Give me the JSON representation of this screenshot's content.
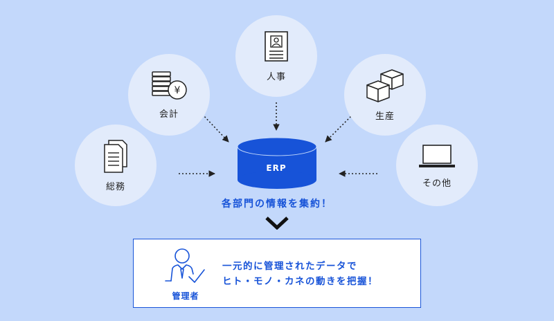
{
  "departments": {
    "accounting": "会計",
    "hr": "人事",
    "production": "生産",
    "general_affairs": "総務",
    "other": "その他"
  },
  "erp_label": "ERP",
  "caption": "各部門の情報を集約！",
  "manager": {
    "label": "管理者",
    "line1": "一元的に管理されたデータで",
    "line2": "ヒト・モノ・カネの動きを把握！"
  },
  "colors": {
    "background": "#c3d8fb",
    "circle": "#e2ebfb",
    "accent": "#1753d8"
  }
}
